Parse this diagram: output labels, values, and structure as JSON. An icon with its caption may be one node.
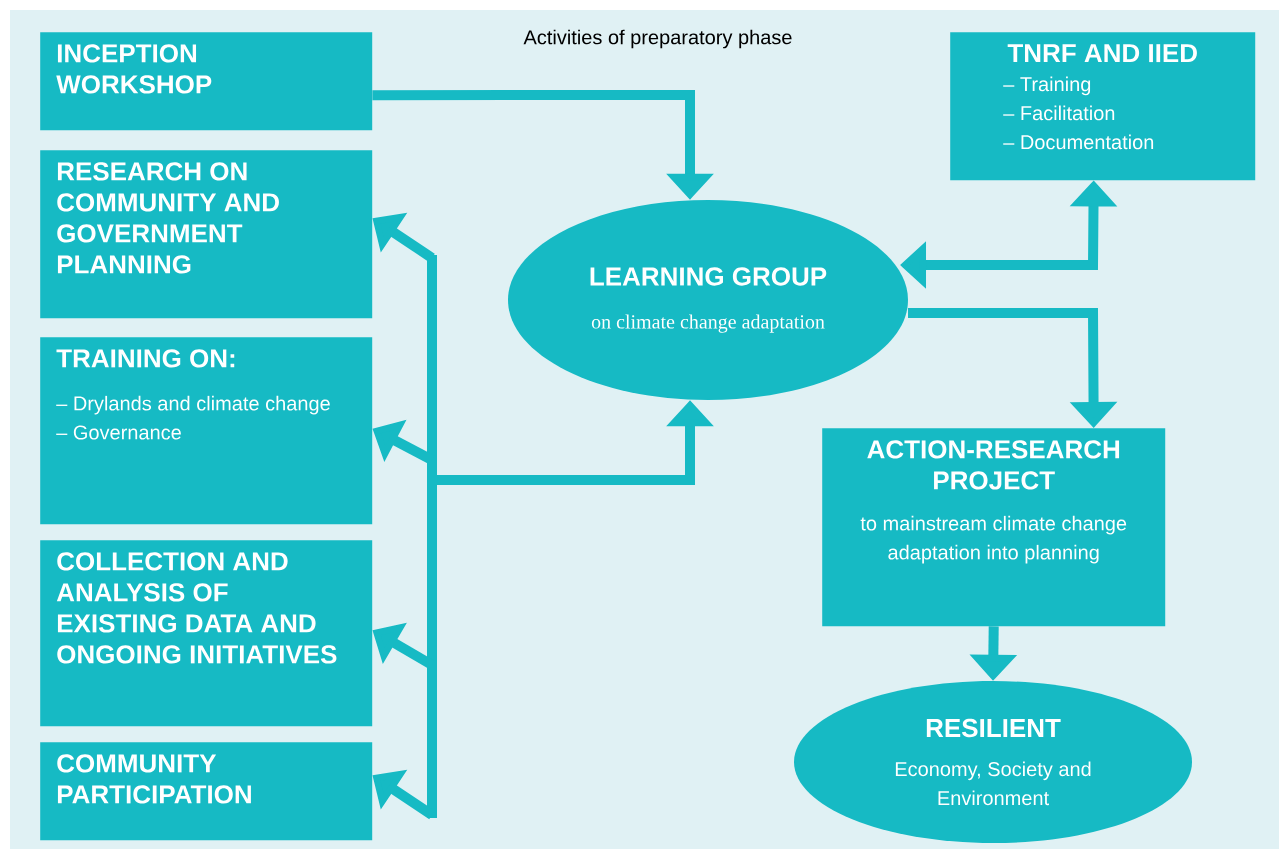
{
  "diagram": {
    "nodes": [
      {
        "text": [
          "INCEPTION WORKSHOP"
        ]
      },
      {
        "text": [
          "RESEARCH ON COMMUNITY AND GOVERNMENT PLANNING"
        ]
      },
      {
        "text": [
          "TRAINING ON:",
          "– Drylands and climate change",
          "– Governance"
        ]
      },
      {
        "text": [
          "COLLECTION AND ANALYSIS OF EXISTING DATA AND ONGOING INITIATIVES"
        ]
      },
      {
        "text": [
          "COMMUNITY PARTICIPATION"
        ]
      },
      {
        "text": [
          "LEARNING GROUP",
          "on climate change adaptation"
        ]
      },
      {
        "text": [
          "TNRF AND IIED",
          "– Training",
          "– Facilitation",
          "– Documentation"
        ]
      },
      {
        "text": [
          "ACTION-RESEARCH PROJECT",
          "to mainstream climate change adaptation into planning"
        ]
      },
      {
        "text": [
          "RESILIENT",
          "Economy, Society and Environment"
        ]
      }
    ],
    "edges": [
      {
        "from": 0,
        "to": 5,
        "arrow": "to"
      },
      {
        "from": 5,
        "to": 1,
        "arrow": "both"
      },
      {
        "from": 5,
        "to": 2,
        "arrow": "both"
      },
      {
        "from": 5,
        "to": 3,
        "arrow": "both"
      },
      {
        "from": 5,
        "to": 4,
        "arrow": "both"
      },
      {
        "from": 5,
        "to": 6,
        "arrow": "both"
      },
      {
        "from": 5,
        "to": 7,
        "arrow": "to"
      },
      {
        "from": 7,
        "to": 8,
        "arrow": "to"
      }
    ],
    "labels": [
      "Activities of preparatory phase"
    ]
  }
}
